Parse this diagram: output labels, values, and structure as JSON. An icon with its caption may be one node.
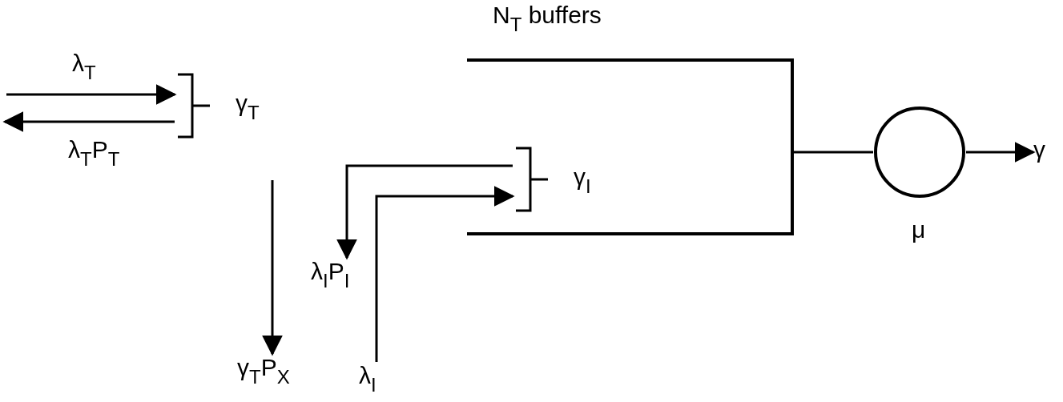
{
  "diagram": {
    "nodes": [
      {
        "text": [
          "N$_{T}$  buffers"
        ]
      },
      {
        "text": [],
        "shape": "circle",
        "beside": [
          "μ"
        ]
      },
      {
        "text": [
          "γ"
        ]
      },
      {
        "text": [],
        "shape": "bracket",
        "beside": [
          "γ$_{T}$"
        ]
      },
      {
        "text": [],
        "shape": "bracket",
        "beside": [
          "γ$_{I}$"
        ],
        "in": 0
      },
      {
        "text": [
          "λ$_{I}$"
        ]
      },
      {
        "text": [
          "λ$_{I}$P$_{I}$"
        ]
      },
      {
        "text": [
          "γ$_{T}$P$_{X}$"
        ]
      }
    ],
    "edges": [
      {
        "from": null,
        "to": 3,
        "arrow": "to",
        "label": "λ$_{T}$"
      },
      {
        "from": 3,
        "to": null,
        "arrow": "to",
        "label": "λ$_{T}$P$_{T}$"
      },
      {
        "from": 5,
        "to": 4,
        "arrow": "to"
      },
      {
        "from": 4,
        "to": 6,
        "arrow": "to"
      },
      {
        "from": 0,
        "to": 1,
        "arrow": "none"
      },
      {
        "from": 1,
        "to": 2,
        "arrow": "to"
      },
      {
        "from": null,
        "to": 7,
        "arrow": "to"
      }
    ]
  }
}
